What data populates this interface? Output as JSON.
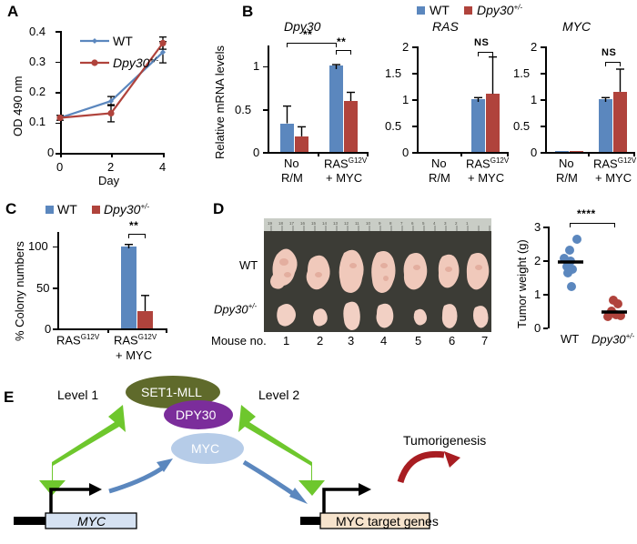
{
  "colors": {
    "wt": "#5B87BE",
    "mut": "#B0433C",
    "green": "#6EC72D",
    "olive": "#5F6A2B",
    "purple": "#7B2D9B",
    "lightblue": "#B6CCE8",
    "myc_box": "#D6E2F2",
    "target_box": "#F6E3CC",
    "red_arrow": "#A81D22",
    "blue_arrow": "#5B87BE"
  },
  "legend": {
    "wt": "WT",
    "mut": "Dpy30",
    "mut_sup": "+/-"
  },
  "panelA": {
    "letter": "A",
    "ylabel": "OD 490 nm",
    "xlabel": "Day",
    "yticks": [
      "0",
      "0.1",
      "0.2",
      "0.3",
      "0.4"
    ],
    "xticks": [
      "0",
      "2",
      "4"
    ],
    "legend_wt": "WT",
    "legend_mut": "Dpy30",
    "legend_mut_sup": "+/-"
  },
  "panelB": {
    "letter": "B",
    "ylabel": "Relative mRNA levels",
    "charts": [
      {
        "title": "Dpy30",
        "yticks": [
          "0",
          "0.5",
          "1"
        ],
        "sig": [
          "**",
          "**"
        ]
      },
      {
        "title": "RAS",
        "yticks": [
          "0",
          "0.5",
          "1",
          "1.5",
          "2"
        ],
        "sig": [
          "NS"
        ]
      },
      {
        "title": "MYC",
        "yticks": [
          "0",
          "0.5",
          "1",
          "1.5",
          "2"
        ],
        "sig": [
          "NS"
        ]
      }
    ],
    "xcat1_l1": "No",
    "xcat1_l2": "R/M",
    "xcat2_l1": "RAS",
    "xcat2_sup": "G12V",
    "xcat2_l2": "+ MYC"
  },
  "panelC": {
    "letter": "C",
    "ylabel": "% Colony numbers",
    "yticks": [
      "0",
      "50",
      "100"
    ],
    "legend_wt": "WT",
    "legend_mut": "Dpy30",
    "legend_mut_sup": "+/-",
    "sig": "**",
    "xcat1": "RAS",
    "xcat1_sup": "G12V",
    "xcat2_l1": "RAS",
    "xcat2_sup": "G12V",
    "xcat2_l2": "+ MYC"
  },
  "panelD": {
    "letter": "D",
    "row_wt": "WT",
    "row_mut": "Dpy30",
    "row_mut_sup": "+/-",
    "mouse_label": "Mouse no.",
    "mouse_numbers": [
      "1",
      "2",
      "3",
      "4",
      "5",
      "6",
      "7"
    ],
    "scatter_ylabel": "Tumor weight (g)",
    "scatter_yticks": [
      "0",
      "1",
      "2",
      "3"
    ],
    "scatter_x1": "WT",
    "scatter_x2": "Dpy30",
    "scatter_x2_sup": "+/-",
    "sig": "****"
  },
  "panelE": {
    "letter": "E",
    "level1": "Level 1",
    "level2": "Level 2",
    "set1mll": "SET1-MLL",
    "dpy30": "DPY30",
    "myc_oval": "MYC",
    "myc_gene": "MYC",
    "target_genes": "MYC target genes",
    "tumorigenesis": "Tumorigenesis"
  },
  "chart_data": [
    {
      "type": "line",
      "panel": "A",
      "title": "",
      "xlabel": "Day",
      "ylabel": "OD 490 nm",
      "x": [
        0,
        2,
        4
      ],
      "xlim": [
        0,
        4.4
      ],
      "ylim": [
        0,
        0.4
      ],
      "yticks": [
        0,
        0.1,
        0.2,
        0.3,
        0.4
      ],
      "grid": false,
      "legend_position": "top-left",
      "series": [
        {
          "name": "WT",
          "values": [
            0.115,
            0.17,
            0.33
          ],
          "errors": [
            0.008,
            0.015,
            0.035
          ],
          "color": "#5B87BE"
        },
        {
          "name": "Dpy30+/-",
          "values": [
            0.115,
            0.13,
            0.36
          ],
          "errors": [
            0.008,
            0.028,
            0.02
          ],
          "color": "#B0433C"
        }
      ]
    },
    {
      "type": "bar",
      "panel": "B1",
      "title": "Dpy30",
      "ylabel": "Relative mRNA levels",
      "categories": [
        "No R/M",
        "RAS(G12V) + MYC"
      ],
      "ylim": [
        0,
        1.15
      ],
      "yticks": [
        0,
        0.5,
        1
      ],
      "series": [
        {
          "name": "WT",
          "values": [
            0.33,
            1.0
          ],
          "errors": [
            0.2,
            0.01
          ],
          "color": "#5B87BE"
        },
        {
          "name": "Dpy30+/-",
          "values": [
            0.18,
            0.59
          ],
          "errors": [
            0.11,
            0.1
          ],
          "color": "#B0433C"
        }
      ],
      "annotations": [
        {
          "text": "**",
          "between": [
            "WT:No R/M",
            "WT:RAS+MYC"
          ]
        },
        {
          "text": "**",
          "between": [
            "WT:RAS+MYC",
            "Dpy30:RAS+MYC"
          ]
        }
      ]
    },
    {
      "type": "bar",
      "panel": "B2",
      "title": "RAS",
      "ylabel": "Relative mRNA levels",
      "categories": [
        "No R/M",
        "RAS(G12V) + MYC"
      ],
      "ylim": [
        0,
        2
      ],
      "yticks": [
        0,
        0.5,
        1,
        1.5,
        2
      ],
      "series": [
        {
          "name": "WT",
          "values": [
            0.0,
            1.0
          ],
          "errors": [
            0.0,
            0.03
          ],
          "color": "#5B87BE"
        },
        {
          "name": "Dpy30+/-",
          "values": [
            0.0,
            1.1
          ],
          "errors": [
            0.0,
            0.7
          ],
          "color": "#B0433C"
        }
      ],
      "annotations": [
        {
          "text": "NS",
          "between": [
            "WT:RAS+MYC",
            "Dpy30:RAS+MYC"
          ]
        }
      ]
    },
    {
      "type": "bar",
      "panel": "B3",
      "title": "MYC",
      "ylabel": "Relative mRNA levels",
      "categories": [
        "No R/M",
        "RAS(G12V) + MYC"
      ],
      "ylim": [
        0,
        2
      ],
      "yticks": [
        0,
        0.5,
        1,
        1.5,
        2
      ],
      "series": [
        {
          "name": "WT",
          "values": [
            0.015,
            1.0
          ],
          "errors": [
            0.005,
            0.03
          ],
          "color": "#5B87BE"
        },
        {
          "name": "Dpy30+/-",
          "values": [
            0.015,
            1.14
          ],
          "errors": [
            0.005,
            0.43
          ],
          "color": "#B0433C"
        }
      ],
      "annotations": [
        {
          "text": "NS",
          "between": [
            "WT:RAS+MYC",
            "Dpy30:RAS+MYC"
          ]
        }
      ]
    },
    {
      "type": "bar",
      "panel": "C",
      "title": "",
      "ylabel": "% Colony numbers",
      "categories": [
        "RAS(G12V)",
        "RAS(G12V) + MYC"
      ],
      "ylim": [
        0,
        112
      ],
      "yticks": [
        0,
        50,
        100
      ],
      "series": [
        {
          "name": "WT",
          "values": [
            0,
            100
          ],
          "errors": [
            0,
            2
          ],
          "color": "#5B87BE"
        },
        {
          "name": "Dpy30+/-",
          "values": [
            0,
            21
          ],
          "errors": [
            0,
            19
          ],
          "color": "#B0433C"
        }
      ],
      "annotations": [
        {
          "text": "**",
          "between": [
            "WT:RAS+MYC",
            "Dpy30:RAS+MYC"
          ]
        }
      ]
    },
    {
      "type": "scatter",
      "panel": "D",
      "title": "",
      "ylabel": "Tumor weight (g)",
      "ylim": [
        0,
        3
      ],
      "yticks": [
        0,
        1,
        2,
        3
      ],
      "groups": [
        {
          "name": "WT",
          "values": [
            2.62,
            2.3,
            2.1,
            1.98,
            1.92,
            1.85,
            1.8,
            1.22
          ],
          "mean": 1.95,
          "color": "#5B87BE"
        },
        {
          "name": "Dpy30+/-",
          "values": [
            0.82,
            0.72,
            0.48,
            0.38,
            0.33,
            0.3
          ],
          "mean": 0.47,
          "color": "#B0433C"
        }
      ],
      "annotations": [
        {
          "text": "****",
          "between": [
            "WT",
            "Dpy30+/-"
          ]
        }
      ]
    }
  ]
}
